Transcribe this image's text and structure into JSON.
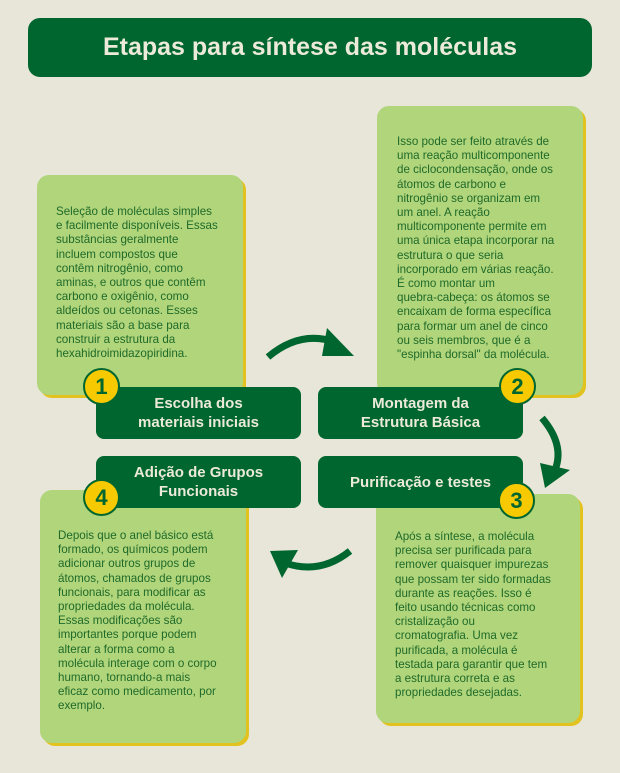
{
  "title": "Etapas para síntese das moléculas",
  "steps": [
    {
      "number": "1",
      "label": "Escolha dos\nmateriais iniciais",
      "text": "Seleção de moléculas simples\ne facilmente disponíveis. Essas\nsubstâncias geralmente\nincluem compostos que\ncontêm nitrogênio, como\naminas, e outros que contêm\ncarbono e oxigênio, como\naldeídos ou cetonas. Esses\nmateriais são a base para\nconstruir a estrutura da\nhexahidroimidazopiridina."
    },
    {
      "number": "2",
      "label": "Montagem da\nEstrutura Básica",
      "text": "Isso pode ser feito através de\numa reação multicomponente\nde ciclocondensação, onde os\nátomos de carbono e\nnitrogênio se organizam em\num anel. A reação\nmulticomponente permite em\numa única etapa incorporar na\nestrutura o que seria\nincorporado em várias reação.\nÉ como montar um\nquebra-cabeça: os átomos se\nencaixam de forma específica\npara formar um anel de cinco\nou seis membros, que é a\n\"espinha dorsal\" da molécula."
    },
    {
      "number": "3",
      "label": "Purificação e testes",
      "text": "Após a síntese, a molécula\nprecisa ser purificada para\nremover quaisquer impurezas\nque possam ter sido formadas\ndurante as reações. Isso é\nfeito usando técnicas como\ncristalização ou\ncromatografia. Uma vez\npurificada, a molécula é\ntestada para garantir que tem\na estrutura correta e as\npropriedades desejadas."
    },
    {
      "number": "4",
      "label": "Adição de Grupos\nFuncionais",
      "text": "Depois que o anel básico está\nformado, os químicos podem\nadicionar outros grupos de\nátomos, chamados de grupos\nfuncionais, para modificar as\npropriedades da molécula.\nEssas modificações são\nimportantes porque podem\nalterar a forma como a\nmolécula interage com o corpo\nhumano, tornando-a mais\neficaz como medicamento, por\nexemplo."
    }
  ],
  "colors": {
    "dark_green": "#00662f",
    "light_green": "#b0d57a",
    "yellow": "#f7c900",
    "background": "#e8e6d8"
  }
}
